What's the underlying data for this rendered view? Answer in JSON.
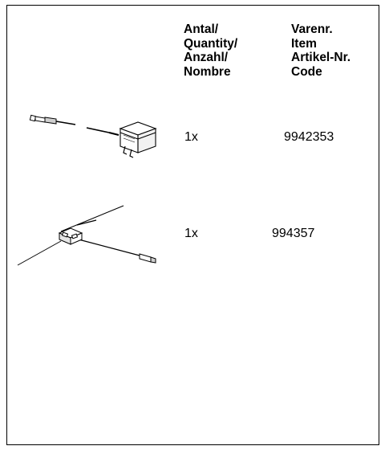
{
  "header": {
    "quantity_lines": [
      "Antal/",
      "Quantity/",
      "Anzahl/",
      "Nombre"
    ],
    "item_lines": [
      "Varenr.",
      "Item",
      "Artikel-Nr.",
      "Code"
    ]
  },
  "rows": [
    {
      "illustration": "ac-power-adapter-icon",
      "quantity": "1x",
      "item_no": "9942353"
    },
    {
      "illustration": "fm-dipole-antenna-icon",
      "quantity": "1x",
      "item_no": "994357"
    }
  ],
  "colors": {
    "border": "#000000",
    "background": "#ffffff",
    "text": "#000000"
  }
}
